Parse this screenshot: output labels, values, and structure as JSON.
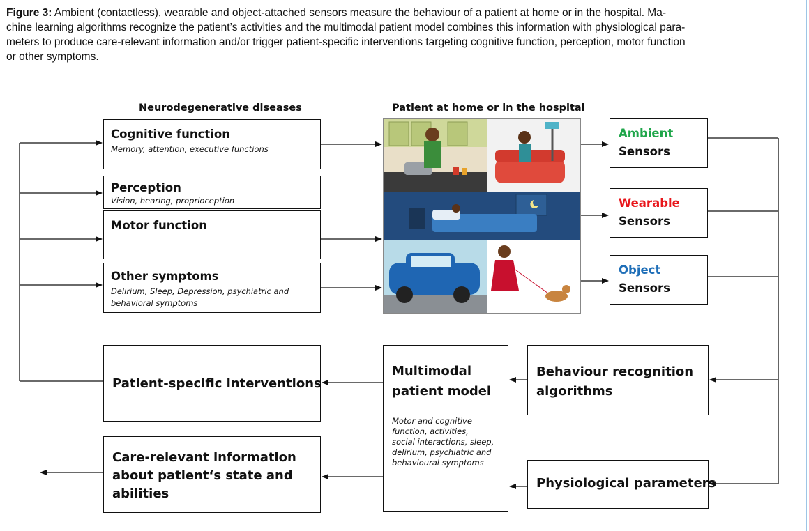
{
  "caption": {
    "label": "Figure 3:",
    "lines": [
      "Ambient (contactless), wearable and object-attached sensors measure the behaviour of a patient at home or in the hospital. Ma-",
      "chine learning algorithms recognize the patient’s activities and the multimodal patient model combines this information with physiological para-",
      "meters to produce care-relevant information and/or trigger patient-specific interventions targeting cognitive function, perception, motor function",
      "or other symptoms."
    ]
  },
  "headers": {
    "diseases": "Neurodegenerative diseases",
    "patient": "Patient at home or in the hospital"
  },
  "symptoms": [
    {
      "title": "Cognitive function",
      "sub": [
        "Memory, attention, executive functions"
      ]
    },
    {
      "title": "Perception",
      "sub": [
        "Vision, hearing, proprioception"
      ]
    },
    {
      "title": "Motor function",
      "sub": []
    },
    {
      "title": "Other symptoms",
      "sub": [
        "Delirium, Sleep, Depression, psychiatric and",
        "behavioral symptoms"
      ]
    }
  ],
  "sensors": [
    {
      "name": "Ambient",
      "word": "Sensors",
      "color": "#1fa64a"
    },
    {
      "name": "Wearable",
      "word": "Sensors",
      "color": "#e8161b"
    },
    {
      "name": "Object",
      "word": "Sensors",
      "color": "#1f6fb8"
    }
  ],
  "behaviour": [
    "Behaviour recognition",
    "algorithms"
  ],
  "physiological": "Physiological parameters",
  "multimodal": {
    "title": [
      "Multimodal",
      "patient model"
    ],
    "desc": [
      "Motor and cognitive",
      "function, activities,",
      "social interactions, sleep,",
      "delirium, psychiatric and",
      "behavioural symptoms"
    ]
  },
  "interventions": "Patient-specific interventions",
  "care": [
    "Care-relevant information",
    "about patient‘s state and",
    "abilities"
  ]
}
